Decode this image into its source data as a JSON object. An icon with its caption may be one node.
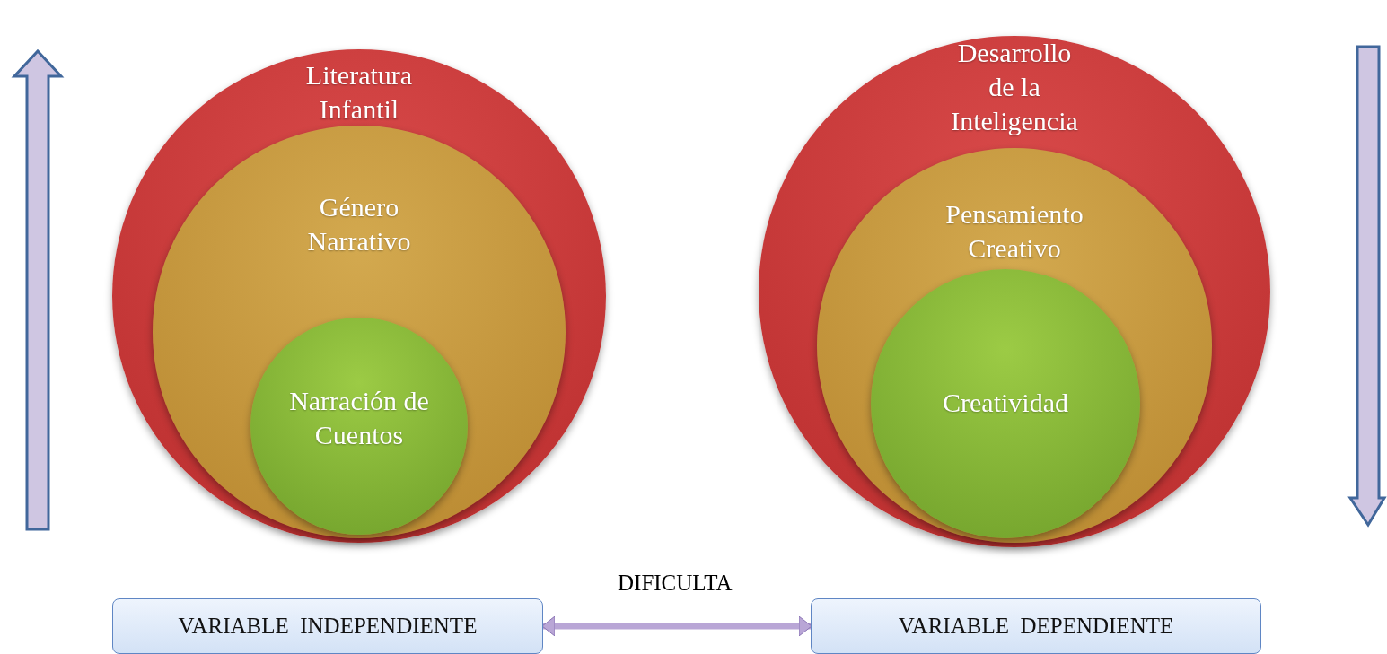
{
  "diagram": {
    "nodes": [
      {
        "text": [
          "Literatura Infantil"
        ]
      },
      {
        "text": [
          "Género Narrativo"
        ],
        "in": 0
      },
      {
        "text": [
          "Narración de Cuentos"
        ],
        "in": 1
      },
      {
        "text": [
          "Desarrollo de la Inteligencia"
        ]
      },
      {
        "text": [
          "Pensamiento Creativo"
        ],
        "in": 3
      },
      {
        "text": [
          "Creatividad"
        ],
        "in": 4
      },
      {
        "text": [
          "VARIABLE  INDEPENDIENTE"
        ]
      },
      {
        "text": [
          "VARIABLE  DEPENDIENTE"
        ]
      }
    ],
    "edges": [
      {
        "from": 6,
        "to": 7,
        "arrow": "both",
        "label": "DIFICULTA"
      }
    ]
  }
}
